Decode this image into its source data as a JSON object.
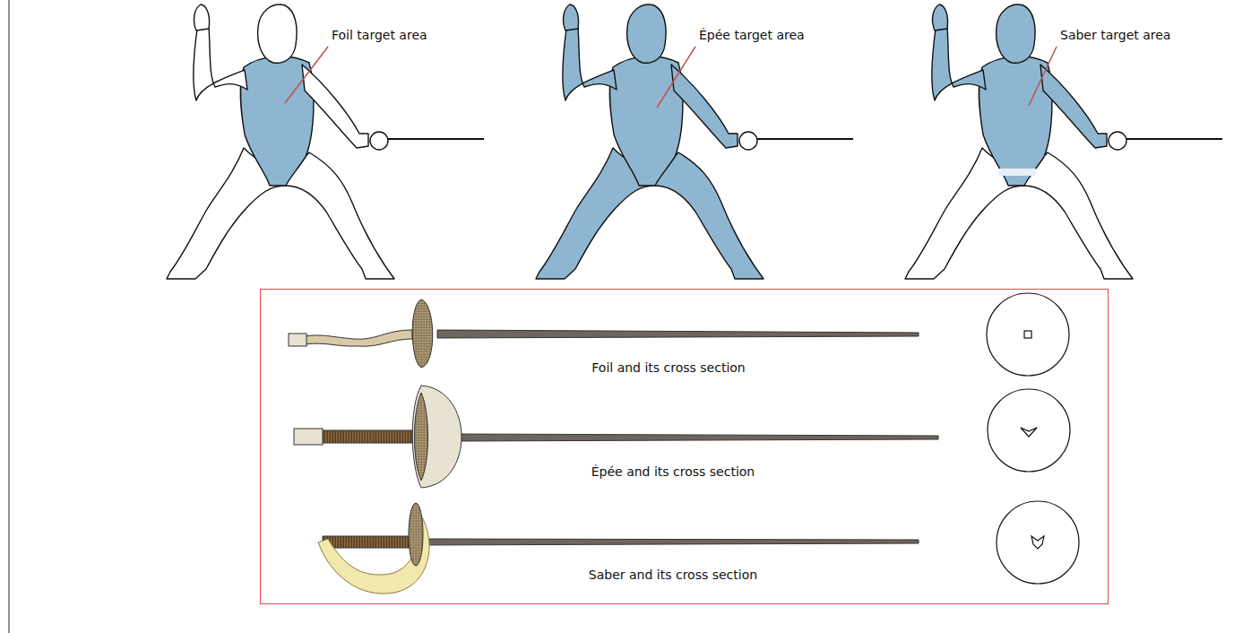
{
  "diagram": {
    "nodes": [
      {
        "text": [
          "Foil and its cross section",
          "Épée and its cross section",
          "Saber and its cross section"
        ]
      }
    ],
    "labels": [
      "Foil target area",
      "Épée target area",
      "Saber target area"
    ]
  }
}
